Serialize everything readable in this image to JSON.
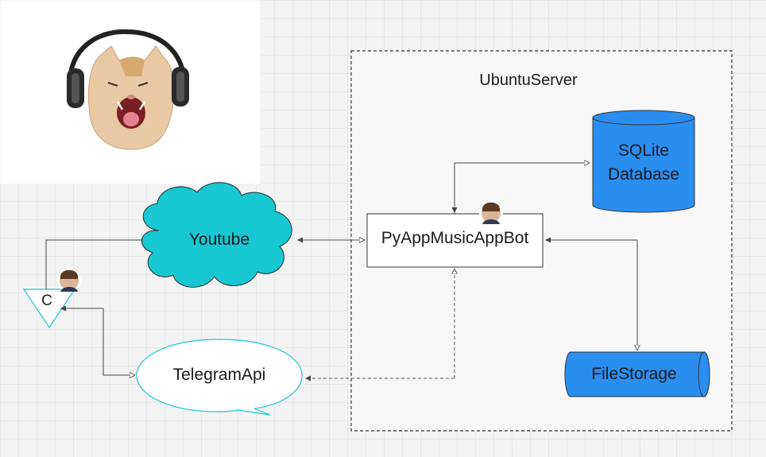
{
  "diagram": {
    "container": {
      "label": "UbuntuServer"
    },
    "nodes": {
      "bot": {
        "label": "PyAppMusicAppBot",
        "shape": "rectangle"
      },
      "database": {
        "label_line1": "SQLite",
        "label_line2": "Database",
        "shape": "cylinder",
        "color": "#2a8ef0"
      },
      "filestorage": {
        "label": "FileStorage",
        "shape": "horizontal-cylinder",
        "color": "#2a8ef0"
      },
      "youtube": {
        "label": "Youtube",
        "shape": "cloud",
        "color": "#17c8d3"
      },
      "telegram": {
        "label": "TelegramApi",
        "shape": "speech-bubble"
      },
      "client": {
        "label": "C",
        "shape": "triangle"
      }
    },
    "decorations": {
      "mascot": "cat-with-headphones-image",
      "avatar": "user-avatar-icon"
    }
  }
}
